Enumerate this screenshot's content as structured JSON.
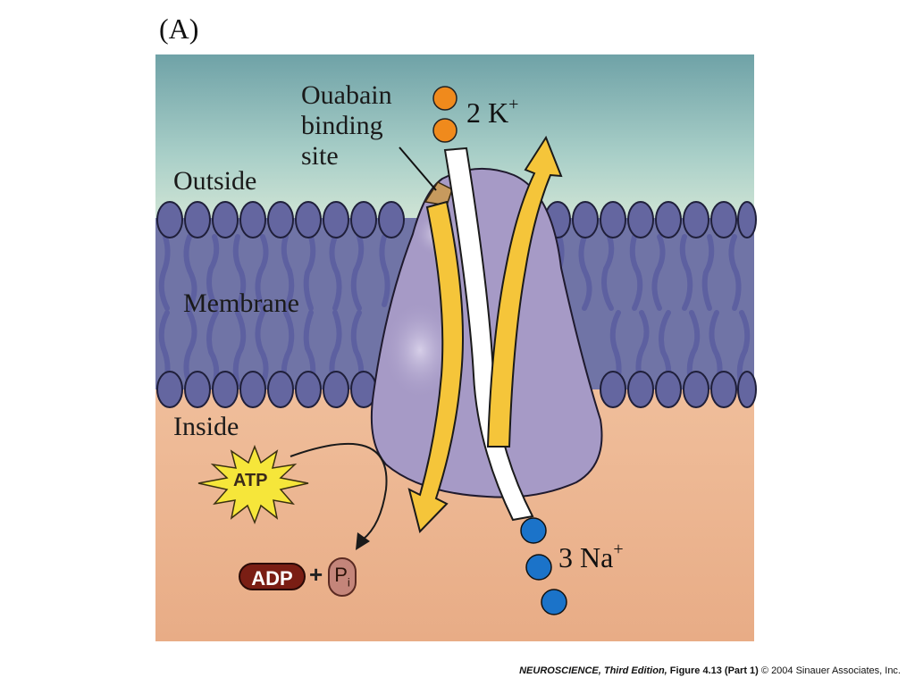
{
  "panel_label": "(A)",
  "labels": {
    "outside": "Outside",
    "membrane": "Membrane",
    "inside": "Inside",
    "ouabain_line1": "Ouabain",
    "ouabain_line2": "binding",
    "ouabain_line3": "site"
  },
  "ions": {
    "potassium_count": "2 K",
    "potassium_charge": "+",
    "sodium_count": "3 Na",
    "sodium_charge": "+"
  },
  "energy": {
    "atp": "ATP",
    "adp": "ADP",
    "plus": "+",
    "pi_letter": "P",
    "pi_subscript": "i"
  },
  "credit": {
    "title": "NEUROSCIENCE, Third Edition,",
    "figure": "Figure 4.13 (Part 1)",
    "copyright": "© 2004 Sinauer Associates, Inc."
  },
  "colors": {
    "outside_top": "#6fa2a7",
    "outside_bottom": "#d8ead9",
    "inside": "#e8b08c",
    "membrane": "#7074a6",
    "lipid_head": "#6466a0",
    "protein": "#a69ac6",
    "k_ion": "#f08a1c",
    "na_ion": "#1b73c9",
    "arrow": "#f5c53a",
    "atp_star": "#f6e63a"
  }
}
